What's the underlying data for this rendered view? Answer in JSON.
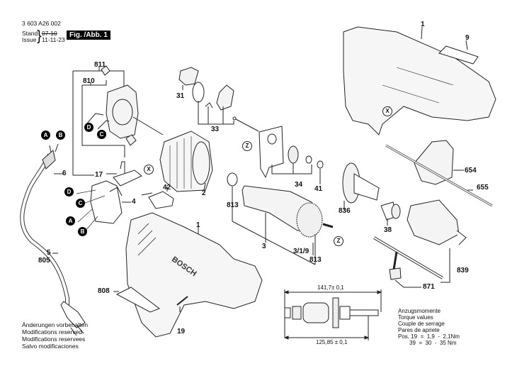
{
  "header": {
    "part_number": "3 603 A26 002",
    "stand_label": "Stand",
    "issue_label": "Issue",
    "stand_value": "07-10",
    "issue_value": "11-11-23",
    "fig_label": "Fig. /Abb. 1"
  },
  "footer_left": {
    "lines": [
      "Änderungen vorbehalten",
      "Modifications reserved",
      "Modifications reservees",
      "Salvo modificaciones"
    ]
  },
  "torque": {
    "lines": [
      "Anzugsmomente",
      "Torque values",
      "Couple de serrage",
      "Pares de apriete"
    ],
    "pos19": "Pos. 19  =  1,9  -  2,1Nm",
    "pos39": "39  =  30  -  35 Nm"
  },
  "dimensions": {
    "overall": "141,7± 0,1",
    "inner": "125,85 ± 0,1"
  },
  "part_labels": {
    "p811": "811",
    "p810": "810",
    "p17": "17",
    "p6": "6",
    "p4": "4",
    "p5": "5",
    "p805": "805",
    "p808": "808",
    "p42": "42",
    "p31": "31",
    "p33": "33",
    "p2": "2",
    "p34": "34",
    "p41": "41",
    "p813a": "813",
    "p813b": "813",
    "p3": "3",
    "p319": "3/1/9",
    "p836": "836",
    "p38": "38",
    "p1top": "1",
    "p9": "9",
    "p654": "654",
    "p655": "655",
    "p839": "839",
    "p871": "871",
    "p1mid": "1",
    "p19": "19"
  },
  "connector_markers": {
    "A": "A",
    "B": "B",
    "C": "C",
    "D": "D",
    "X": "X",
    "Z": "Z"
  },
  "brand_text": "BOSCH"
}
